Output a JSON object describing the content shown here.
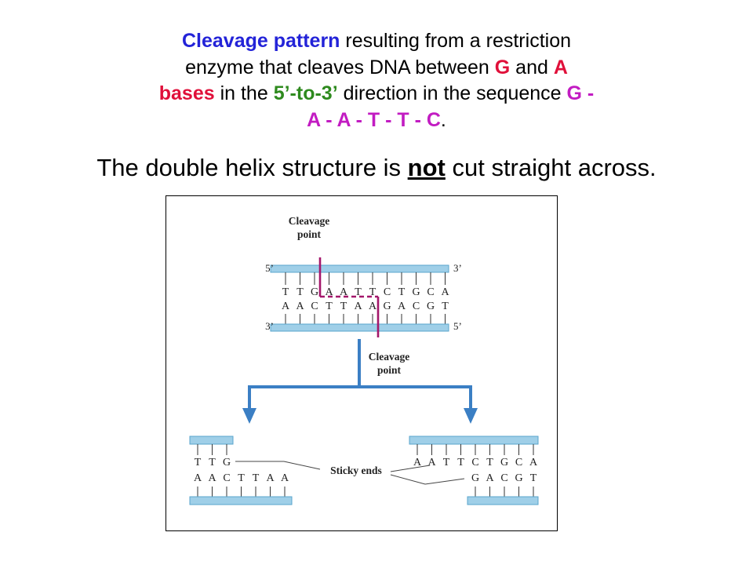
{
  "title": {
    "l1a": "Cleavage pattern",
    "l1b": " resulting from a restriction",
    "l2a": "enzyme that cleaves DNA between ",
    "l2b": "G",
    "l2c": " and ",
    "l2d": "A",
    "l3a": "bases",
    "l3b": " in the ",
    "l3c": "5’-to-3’",
    "l3d": " direction in the sequence ",
    "l3e": "G -",
    "l4a": "A - A - T - T - C",
    "l4b": "."
  },
  "subtitle": {
    "pre": "The double helix structure is ",
    "emph": "not",
    "post": " cut straight across."
  },
  "figure": {
    "top_label": "Cleavage\npoint",
    "bottom_label": "Cleavage\npoint",
    "sticky_label": "Sticky ends",
    "end_5_top_left": "5’",
    "end_3_top_right": "3’",
    "end_3_bottom_left": "3’",
    "end_5_bottom_right": "5’",
    "top_strand": [
      "T",
      "T",
      "G",
      "A",
      "A",
      "T",
      "T",
      "C",
      "T",
      "G",
      "C",
      "A"
    ],
    "bottom_strand": [
      "A",
      "A",
      "C",
      "T",
      "T",
      "A",
      "A",
      "G",
      "A",
      "C",
      "G",
      "T"
    ],
    "left_top": [
      "T",
      "T",
      "G"
    ],
    "left_bottom": [
      "A",
      "A",
      "C",
      "T",
      "T",
      "A",
      "A"
    ],
    "right_top": [
      "A",
      "A",
      "T",
      "T",
      "C",
      "T",
      "G",
      "C",
      "A"
    ],
    "right_bottom": [
      "G",
      "A",
      "C",
      "G",
      "T"
    ],
    "colors": {
      "strand": "#9fcfe8",
      "strand_edge": "#5aa6cc",
      "cut": "#a3166b",
      "arrow": "#3b7fc4"
    }
  }
}
